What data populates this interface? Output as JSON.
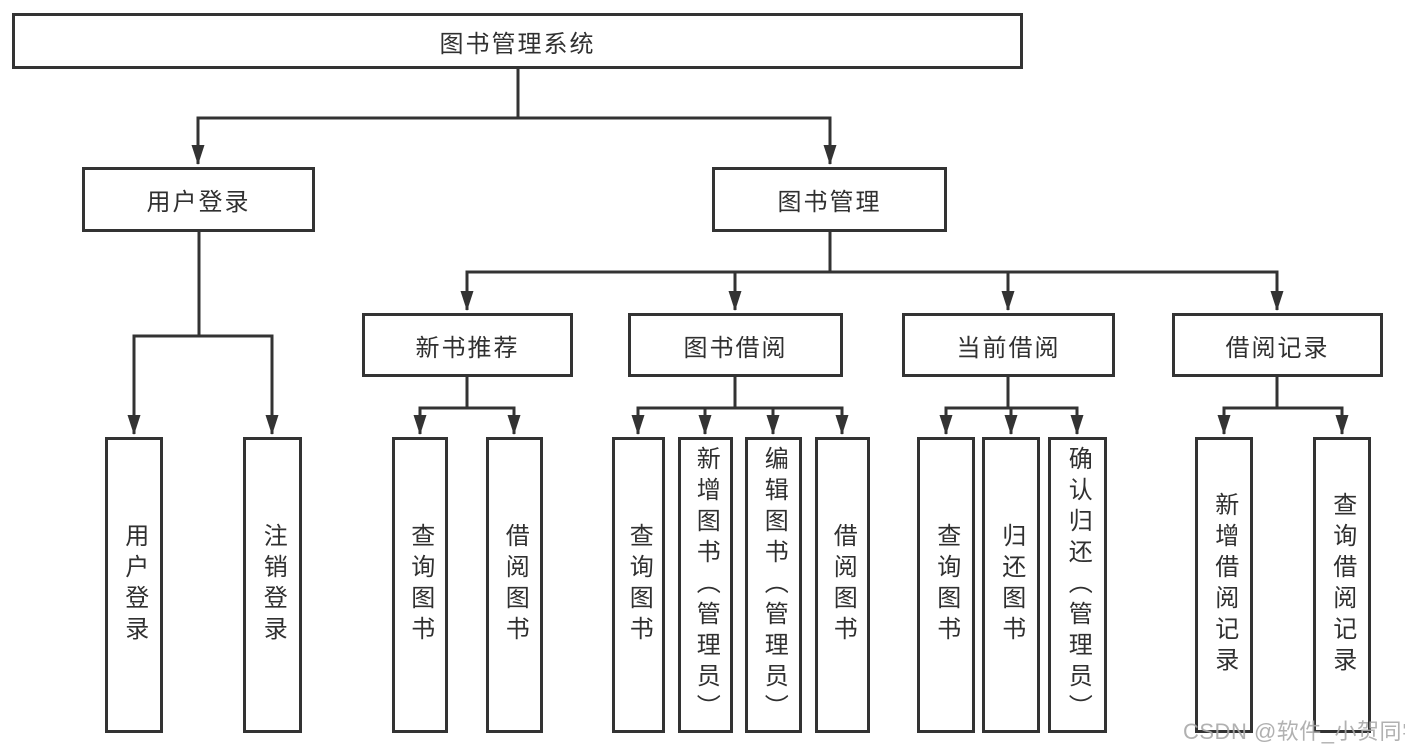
{
  "tree": {
    "label": "图书管理系统",
    "children": [
      {
        "label": "用户登录",
        "children": [
          {
            "label": "用户登录"
          },
          {
            "label": "注销登录"
          }
        ]
      },
      {
        "label": "图书管理",
        "children": [
          {
            "label": "新书推荐",
            "children": [
              {
                "label": "查询图书"
              },
              {
                "label": "借阅图书"
              }
            ]
          },
          {
            "label": "图书借阅",
            "children": [
              {
                "label": "查询图书"
              },
              {
                "label": "新增图书（管理员）"
              },
              {
                "label": "编辑图书（管理员）"
              },
              {
                "label": "借阅图书"
              }
            ]
          },
          {
            "label": "当前借阅",
            "children": [
              {
                "label": "查询图书"
              },
              {
                "label": "归还图书"
              },
              {
                "label": "确认归还（管理员）"
              }
            ]
          },
          {
            "label": "借阅记录",
            "children": [
              {
                "label": "新增借阅记录"
              },
              {
                "label": "查询借阅记录"
              }
            ]
          }
        ]
      }
    ]
  },
  "watermark": "CSDN @软件_小贺同学",
  "colors": {
    "line": "#333333",
    "box_border": "#333333",
    "text": "#303030",
    "background": "#ffffff",
    "watermark": "#a8a8a8"
  }
}
